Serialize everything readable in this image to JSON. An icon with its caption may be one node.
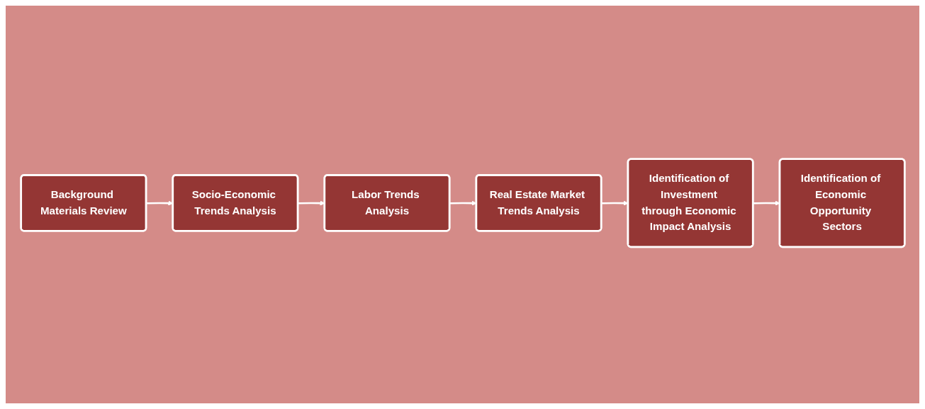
{
  "diagram": {
    "nodes": [
      {
        "text": [
          "Background Materials Review"
        ]
      },
      {
        "text": [
          "Socio-Economic Trends Analysis"
        ]
      },
      {
        "text": [
          "Labor Trends Analysis"
        ]
      },
      {
        "text": [
          "Real Estate Market Trends Analysis"
        ]
      },
      {
        "text": [
          "Identification of Investment through Economic Impact Analysis"
        ]
      },
      {
        "text": [
          "Identification of Economic Opportunity Sectors"
        ]
      }
    ],
    "edges": [
      {
        "from": 0,
        "to": 1,
        "arrow": "to"
      },
      {
        "from": 1,
        "to": 2,
        "arrow": "to"
      },
      {
        "from": 2,
        "to": 3,
        "arrow": "to"
      },
      {
        "from": 3,
        "to": 4,
        "arrow": "to"
      },
      {
        "from": 4,
        "to": 5,
        "arrow": "to"
      }
    ]
  }
}
